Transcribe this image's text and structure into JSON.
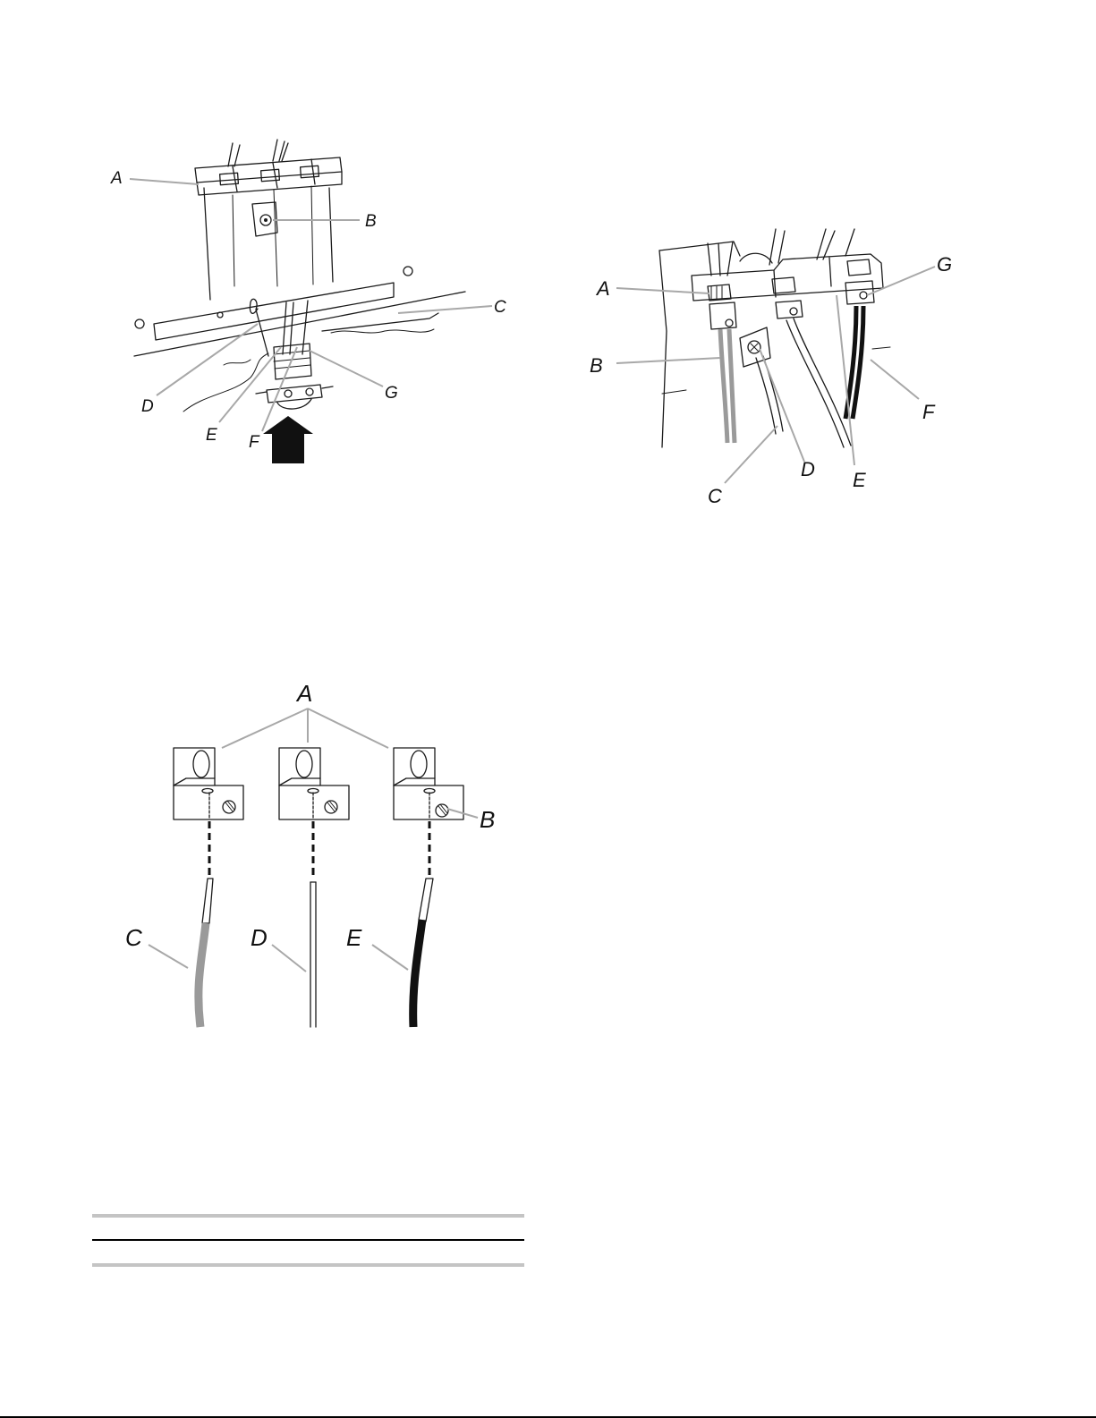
{
  "figure1": {
    "labels": {
      "a": "A",
      "b": "B",
      "c": "C",
      "d": "D",
      "e": "E",
      "f": "F",
      "g": "G"
    }
  },
  "figure2": {
    "labels": {
      "a": "A",
      "b": "B",
      "c": "C",
      "d": "D",
      "e": "E",
      "f": "F",
      "g": "G"
    }
  },
  "figure3": {
    "labels": {
      "a": "A",
      "b": "B",
      "c": "C",
      "d": "D",
      "e": "E"
    }
  },
  "colors": {
    "leader": "#a8a8a8",
    "wire_gray": "#9a9a9a",
    "wire_black": "#111111",
    "rule_gray": "#c4c4c4",
    "rule_black": "#000000"
  }
}
